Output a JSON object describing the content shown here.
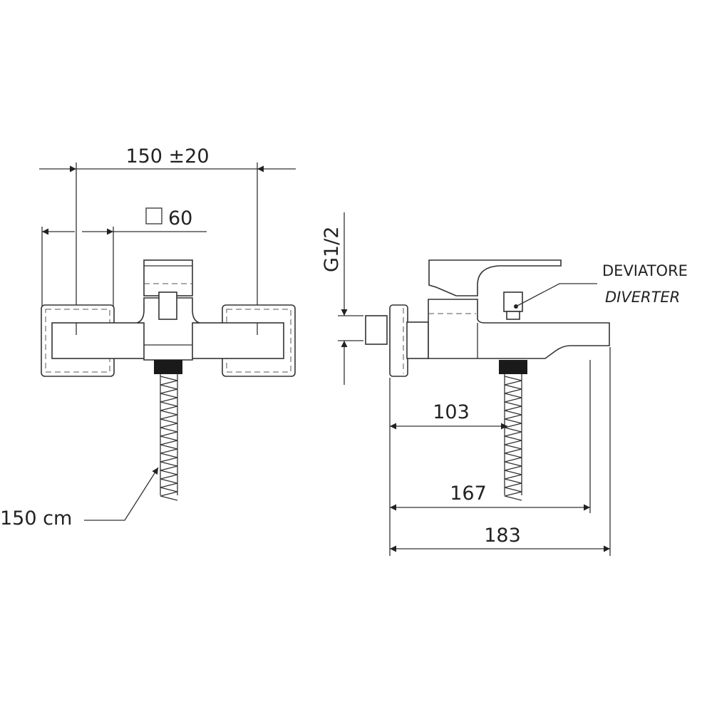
{
  "front_view": {
    "width_dimension": "150 ±20",
    "square_symbol": "□",
    "square_dimension": "60",
    "hose_length": "150 cm"
  },
  "side_view": {
    "thread_size": "G1/2",
    "diverter_label_it": "DEVIATORE",
    "diverter_label_en": "DIVERTER",
    "dimensions": [
      "103",
      "167",
      "183"
    ]
  },
  "colors": {
    "line": "#333333",
    "nut": "#1a1a1a"
  }
}
